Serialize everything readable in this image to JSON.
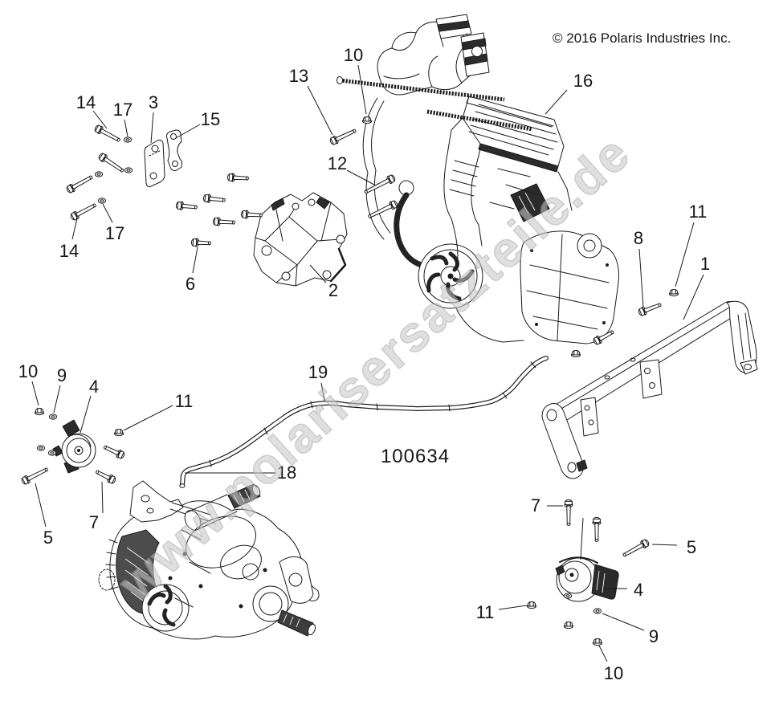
{
  "copyright": "© 2016 Polaris Industries Inc.",
  "part_number": "100634",
  "watermark": {
    "text": "www.polarisersatzteile.de"
  },
  "callouts": [
    {
      "label": "14"
    },
    {
      "label": "17"
    },
    {
      "label": "3"
    },
    {
      "label": "15"
    },
    {
      "label": "13"
    },
    {
      "label": "10"
    },
    {
      "label": "16"
    },
    {
      "label": "12"
    },
    {
      "label": "17"
    },
    {
      "label": "14"
    },
    {
      "label": "6"
    },
    {
      "label": "2"
    },
    {
      "label": "8"
    },
    {
      "label": "11"
    },
    {
      "label": "1"
    },
    {
      "label": "10"
    },
    {
      "label": "9"
    },
    {
      "label": "4"
    },
    {
      "label": "11"
    },
    {
      "label": "19"
    },
    {
      "label": "18"
    },
    {
      "label": "5"
    },
    {
      "label": "7"
    },
    {
      "label": "7"
    },
    {
      "label": "5"
    },
    {
      "label": "4"
    },
    {
      "label": "11"
    },
    {
      "label": "9"
    },
    {
      "label": "10"
    }
  ],
  "colors": {
    "line": "#1a1a1a",
    "watermark": "#c9c9c9",
    "background": "#ffffff"
  }
}
